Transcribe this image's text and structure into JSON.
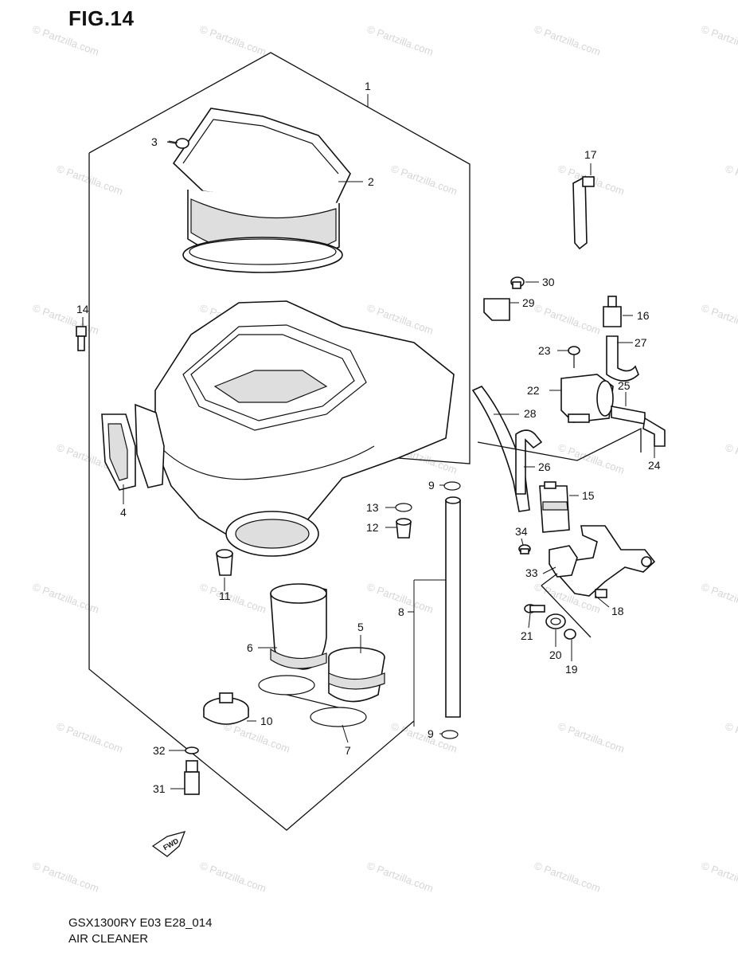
{
  "figure_title": "FIG.14",
  "footer": {
    "model_code": "GSX1300RY E03 E28_014",
    "section_name": "AIR CLEANER"
  },
  "watermark": {
    "text": "© Partzilla.com"
  },
  "fwd_arrow_label": "FWD",
  "callouts": [
    {
      "id": "1",
      "label": "1"
    },
    {
      "id": "2",
      "label": "2"
    },
    {
      "id": "3",
      "label": "3"
    },
    {
      "id": "4",
      "label": "4"
    },
    {
      "id": "5",
      "label": "5"
    },
    {
      "id": "6",
      "label": "6"
    },
    {
      "id": "7",
      "label": "7"
    },
    {
      "id": "8",
      "label": "8"
    },
    {
      "id": "9a",
      "label": "9"
    },
    {
      "id": "9b",
      "label": "9"
    },
    {
      "id": "10",
      "label": "10"
    },
    {
      "id": "11",
      "label": "11"
    },
    {
      "id": "12",
      "label": "12"
    },
    {
      "id": "13",
      "label": "13"
    },
    {
      "id": "14",
      "label": "14"
    },
    {
      "id": "15",
      "label": "15"
    },
    {
      "id": "16",
      "label": "16"
    },
    {
      "id": "17",
      "label": "17"
    },
    {
      "id": "18",
      "label": "18"
    },
    {
      "id": "19",
      "label": "19"
    },
    {
      "id": "20",
      "label": "20"
    },
    {
      "id": "21",
      "label": "21"
    },
    {
      "id": "22",
      "label": "22"
    },
    {
      "id": "23",
      "label": "23"
    },
    {
      "id": "24",
      "label": "24"
    },
    {
      "id": "25",
      "label": "25"
    },
    {
      "id": "26",
      "label": "26"
    },
    {
      "id": "27",
      "label": "27"
    },
    {
      "id": "28",
      "label": "28"
    },
    {
      "id": "29",
      "label": "29"
    },
    {
      "id": "30",
      "label": "30"
    },
    {
      "id": "31",
      "label": "31"
    },
    {
      "id": "32",
      "label": "32"
    },
    {
      "id": "33",
      "label": "33"
    },
    {
      "id": "34",
      "label": "34"
    }
  ]
}
